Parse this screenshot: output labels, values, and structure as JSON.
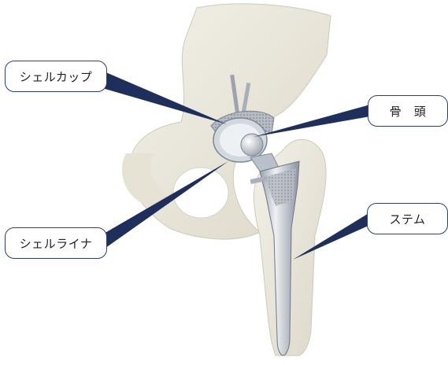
{
  "labels": {
    "shell_cup": "シェルカップ",
    "femoral_head": "骨　頭",
    "shell_liner": "シェルライナ",
    "stem": "ステム"
  },
  "colors": {
    "bone": "#ebe8dc",
    "bone_shadow": "#d6d2c2",
    "metal": "#c9ced6",
    "metal_dark": "#8e96a3",
    "leader": "#1f2f5c",
    "label_border": "#2c3f73"
  }
}
